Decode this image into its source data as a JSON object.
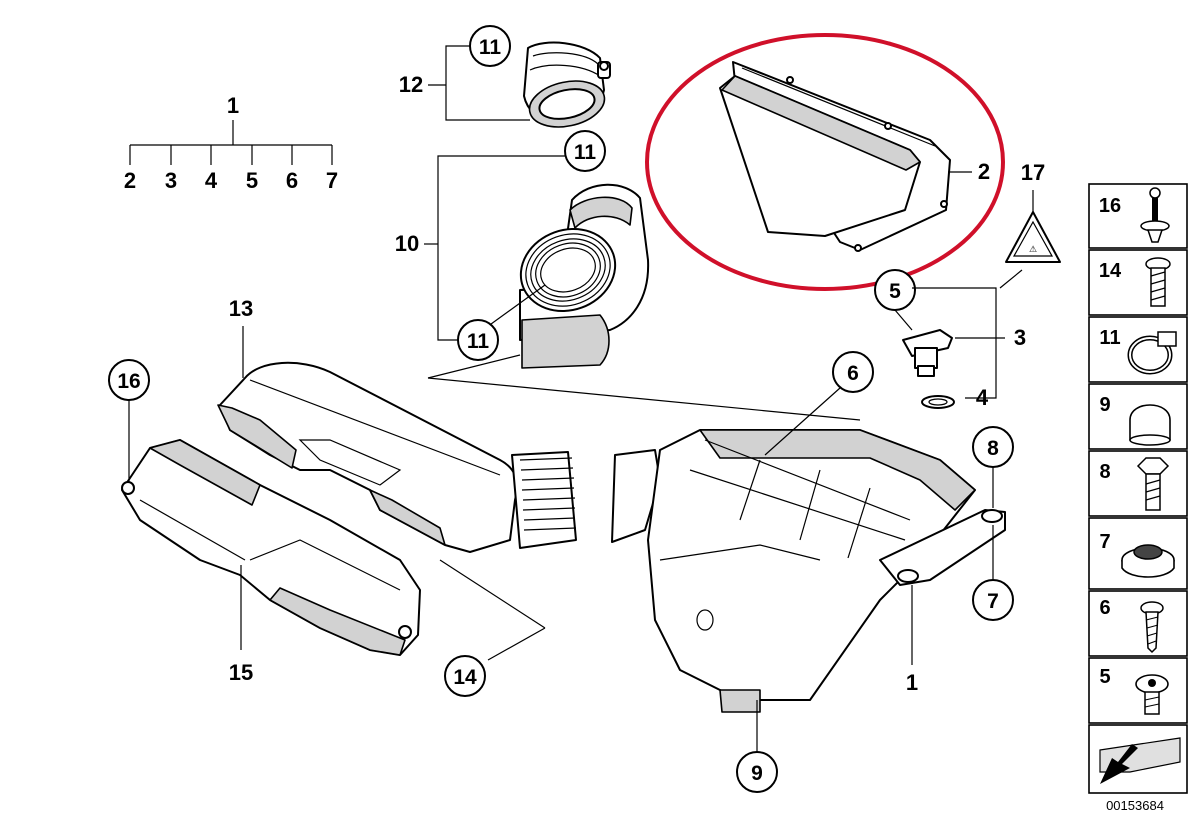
{
  "diagram_number": "00153684",
  "highlight_color": "#d0102a",
  "labels": {
    "1": "1",
    "2": "2",
    "3": "3",
    "4": "4",
    "5": "5",
    "6": "6",
    "7": "7",
    "8": "8",
    "9": "9",
    "10": "10",
    "11": "11",
    "12": "12",
    "13": "13",
    "14": "14",
    "15": "15",
    "16": "16",
    "17": "17"
  },
  "kit_tree": {
    "parent": "1",
    "children": [
      "2",
      "3",
      "4",
      "5",
      "6",
      "7"
    ]
  },
  "sidebar": [
    "16",
    "14",
    "11",
    "9",
    "8",
    "7",
    "6",
    "5"
  ]
}
